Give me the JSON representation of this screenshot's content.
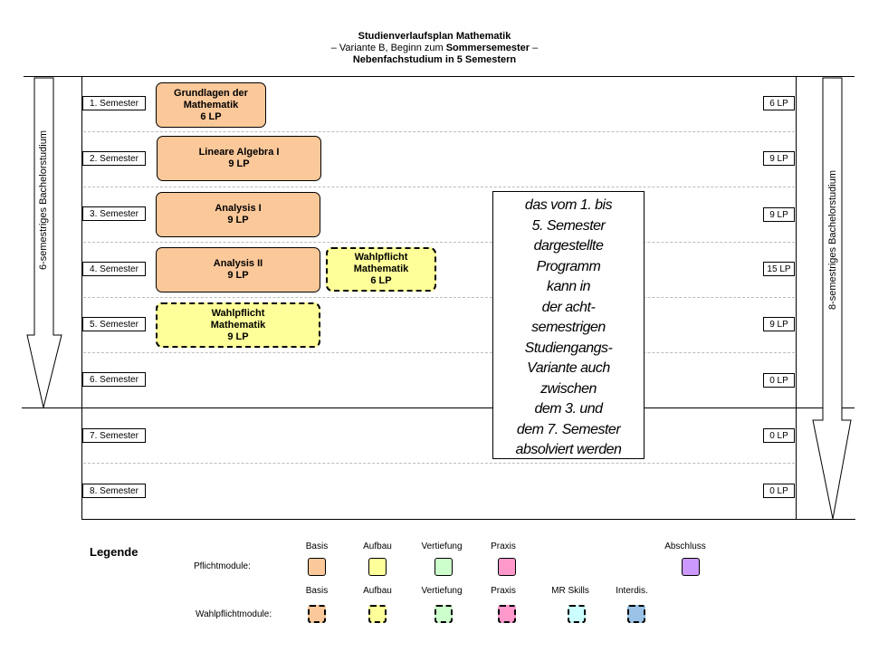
{
  "title": {
    "line1": "Studienverlaufsplan Mathematik",
    "line2_pre": "– Variante B, Beginn zum ",
    "line2_bold": "Sommersemester",
    "line2_post": " –",
    "line3": "Nebenfachstudium in 5 Semestern"
  },
  "semesters": [
    "1. Semester",
    "2. Semester",
    "3. Semester",
    "4. Semester",
    "5. Semester",
    "6. Semester",
    "7. Semester",
    "8. Semester"
  ],
  "credits": [
    "6 LP",
    "9 LP",
    "9 LP",
    "15 LP",
    "9 LP",
    "0 LP",
    "0 LP",
    "0 LP"
  ],
  "modules": {
    "grundlagen": {
      "name": "Grundlagen der Mathematik",
      "line1": "Grundlagen der",
      "line2": "Mathematik",
      "lp": "6 LP",
      "category": "Basis"
    },
    "lineare": {
      "name": "Lineare Algebra I",
      "lp": "9 LP",
      "category": "Basis"
    },
    "analysis1": {
      "name": "Analysis I",
      "lp": "9 LP",
      "category": "Basis"
    },
    "analysis2": {
      "name": "Analysis II",
      "lp": "9 LP",
      "category": "Basis"
    },
    "wpf4": {
      "line1": "Wahlpflicht",
      "line2": "Mathematik",
      "lp": "6 LP",
      "category": "Aufbau"
    },
    "wpf5": {
      "line1": "Wahlpflicht",
      "line2": "Mathematik",
      "lp": "9 LP",
      "category": "Aufbau"
    }
  },
  "note_lines": [
    "das vom 1. bis",
    "5. Semester",
    "dargestellte",
    "Programm",
    "kann in",
    "der acht-",
    "semestrigen",
    "Studiengangs-",
    "Variante auch",
    "zwischen",
    "dem 3. und",
    "dem 7. Semester",
    "absolviert werden"
  ],
  "arrows": {
    "left": "6-semestriges Bachelorstudium",
    "right": "8-semestriges Bachelorstudium"
  },
  "legend": {
    "title": "Legende",
    "pflicht_label": "Pflichtmodule:",
    "wahlpflicht_label": "Wahlpflichtmodule:",
    "pflicht_items": [
      {
        "label": "Basis",
        "color": "#fbc89a"
      },
      {
        "label": "Aufbau",
        "color": "#ffff99"
      },
      {
        "label": "Vertiefung",
        "color": "#ccffcc"
      },
      {
        "label": "Praxis",
        "color": "#ff99cc"
      },
      {
        "label": "Abschluss",
        "color": "#cc99ff"
      }
    ],
    "wahlpflicht_items": [
      {
        "label": "Basis",
        "color": "#fbc89a"
      },
      {
        "label": "Aufbau",
        "color": "#ffff99"
      },
      {
        "label": "Vertiefung",
        "color": "#ccffcc"
      },
      {
        "label": "Praxis",
        "color": "#ff99cc"
      },
      {
        "label": "MR Skills",
        "color": "#ccffff"
      },
      {
        "label": "Interdis.",
        "color": "#99c2e6"
      }
    ]
  }
}
